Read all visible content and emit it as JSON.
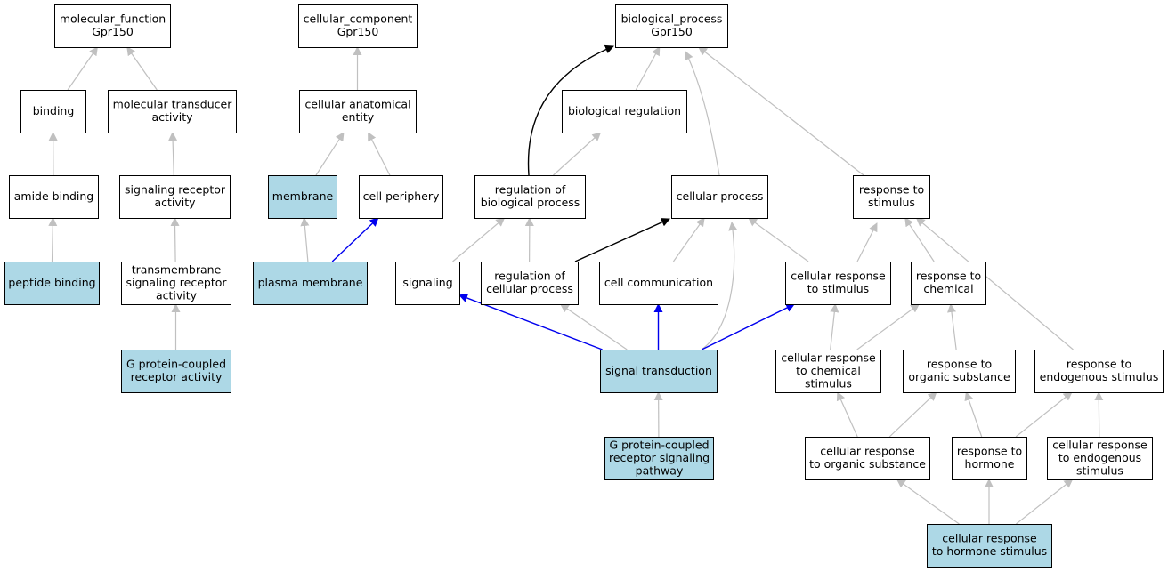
{
  "colors": {
    "highlight": "#add8e6",
    "plain": "#ffffff",
    "edge_gray": "#c0c0c0",
    "edge_black": "#000000",
    "edge_blue": "#0000ee"
  },
  "nodes": {
    "mf_root": {
      "lines": [
        "molecular_function",
        "Gpr150"
      ],
      "highlight": false
    },
    "cc_root": {
      "lines": [
        "cellular_component",
        "Gpr150"
      ],
      "highlight": false
    },
    "bp_root": {
      "lines": [
        "biological_process",
        "Gpr150"
      ],
      "highlight": false
    },
    "binding": {
      "lines": [
        "binding"
      ],
      "highlight": false
    },
    "mol_transducer": {
      "lines": [
        "molecular transducer",
        "activity"
      ],
      "highlight": false
    },
    "cell_anat": {
      "lines": [
        "cellular anatomical",
        "entity"
      ],
      "highlight": false
    },
    "bio_reg": {
      "lines": [
        "biological regulation"
      ],
      "highlight": false
    },
    "amide_binding": {
      "lines": [
        "amide binding"
      ],
      "highlight": false
    },
    "sig_receptor": {
      "lines": [
        "signaling receptor",
        "activity"
      ],
      "highlight": false
    },
    "membrane": {
      "lines": [
        "membrane"
      ],
      "highlight": true
    },
    "cell_periphery": {
      "lines": [
        "cell periphery"
      ],
      "highlight": false
    },
    "reg_bio_proc": {
      "lines": [
        "regulation of",
        "biological process"
      ],
      "highlight": false
    },
    "cell_process": {
      "lines": [
        "cellular process"
      ],
      "highlight": false
    },
    "resp_stim": {
      "lines": [
        "response to",
        "stimulus"
      ],
      "highlight": false
    },
    "peptide_binding": {
      "lines": [
        "peptide binding"
      ],
      "highlight": true
    },
    "tm_sig_receptor": {
      "lines": [
        "transmembrane",
        "signaling receptor",
        "activity"
      ],
      "highlight": false
    },
    "plasma_membrane": {
      "lines": [
        "plasma membrane"
      ],
      "highlight": true
    },
    "signaling": {
      "lines": [
        "signaling"
      ],
      "highlight": false
    },
    "reg_cell_proc": {
      "lines": [
        "regulation of",
        "cellular process"
      ],
      "highlight": false
    },
    "cell_comm": {
      "lines": [
        "cell communication"
      ],
      "highlight": false
    },
    "cell_resp_stim": {
      "lines": [
        "cellular response",
        "to stimulus"
      ],
      "highlight": false
    },
    "resp_chem": {
      "lines": [
        "response to",
        "chemical"
      ],
      "highlight": false
    },
    "gpcr_activity": {
      "lines": [
        "G protein-coupled",
        "receptor activity"
      ],
      "highlight": true
    },
    "signal_trans": {
      "lines": [
        "signal transduction"
      ],
      "highlight": true
    },
    "cell_resp_chem": {
      "lines": [
        "cellular response",
        "to chemical",
        "stimulus"
      ],
      "highlight": false
    },
    "resp_org_sub": {
      "lines": [
        "response to",
        "organic substance"
      ],
      "highlight": false
    },
    "resp_endo": {
      "lines": [
        "response to",
        "endogenous stimulus"
      ],
      "highlight": false
    },
    "gpcr_pathway": {
      "lines": [
        "G protein-coupled",
        "receptor signaling",
        "pathway"
      ],
      "highlight": true
    },
    "cell_resp_org": {
      "lines": [
        "cellular response",
        "to organic substance"
      ],
      "highlight": false
    },
    "resp_hormone": {
      "lines": [
        "response to",
        "hormone"
      ],
      "highlight": false
    },
    "cell_resp_endo": {
      "lines": [
        "cellular response",
        "to endogenous",
        "stimulus"
      ],
      "highlight": false
    },
    "cell_resp_hormone": {
      "lines": [
        "cellular response",
        "to hormone stimulus"
      ],
      "highlight": true
    }
  },
  "edges": [
    {
      "from": "binding",
      "to": "mf_root",
      "color": "gray"
    },
    {
      "from": "mol_transducer",
      "to": "mf_root",
      "color": "gray"
    },
    {
      "from": "amide_binding",
      "to": "binding",
      "color": "gray"
    },
    {
      "from": "sig_receptor",
      "to": "mol_transducer",
      "color": "gray"
    },
    {
      "from": "peptide_binding",
      "to": "amide_binding",
      "color": "gray"
    },
    {
      "from": "tm_sig_receptor",
      "to": "sig_receptor",
      "color": "gray"
    },
    {
      "from": "gpcr_activity",
      "to": "tm_sig_receptor",
      "color": "gray"
    },
    {
      "from": "cell_anat",
      "to": "cc_root",
      "color": "gray"
    },
    {
      "from": "membrane",
      "to": "cell_anat",
      "color": "gray"
    },
    {
      "from": "cell_periphery",
      "to": "cell_anat",
      "color": "gray"
    },
    {
      "from": "plasma_membrane",
      "to": "membrane",
      "color": "gray"
    },
    {
      "from": "plasma_membrane",
      "to": "cell_periphery",
      "color": "blue"
    },
    {
      "from": "reg_bio_proc",
      "to": "bp_root",
      "color": "black"
    },
    {
      "from": "bio_reg",
      "to": "bp_root",
      "color": "gray"
    },
    {
      "from": "cell_process",
      "to": "bp_root",
      "color": "gray"
    },
    {
      "from": "resp_stim",
      "to": "bp_root",
      "color": "gray"
    },
    {
      "from": "reg_bio_proc",
      "to": "bio_reg",
      "color": "gray"
    },
    {
      "from": "signaling",
      "to": "reg_bio_proc",
      "color": "gray"
    },
    {
      "from": "reg_cell_proc",
      "to": "reg_bio_proc",
      "color": "gray"
    },
    {
      "from": "reg_cell_proc",
      "to": "cell_process",
      "color": "black"
    },
    {
      "from": "cell_comm",
      "to": "cell_process",
      "color": "gray"
    },
    {
      "from": "signal_trans",
      "to": "cell_process",
      "color": "gray"
    },
    {
      "from": "cell_resp_stim",
      "to": "cell_process",
      "color": "gray"
    },
    {
      "from": "cell_resp_stim",
      "to": "resp_stim",
      "color": "gray"
    },
    {
      "from": "resp_chem",
      "to": "resp_stim",
      "color": "gray"
    },
    {
      "from": "resp_endo",
      "to": "resp_stim",
      "color": "gray"
    },
    {
      "from": "signal_trans",
      "to": "signaling",
      "color": "blue"
    },
    {
      "from": "signal_trans",
      "to": "reg_cell_proc",
      "color": "gray"
    },
    {
      "from": "signal_trans",
      "to": "cell_comm",
      "color": "blue"
    },
    {
      "from": "signal_trans",
      "to": "cell_resp_stim",
      "color": "blue"
    },
    {
      "from": "gpcr_pathway",
      "to": "signal_trans",
      "color": "gray"
    },
    {
      "from": "cell_resp_chem",
      "to": "cell_resp_stim",
      "color": "gray"
    },
    {
      "from": "cell_resp_chem",
      "to": "resp_chem",
      "color": "gray"
    },
    {
      "from": "resp_org_sub",
      "to": "resp_chem",
      "color": "gray"
    },
    {
      "from": "cell_resp_org",
      "to": "cell_resp_chem",
      "color": "gray"
    },
    {
      "from": "cell_resp_org",
      "to": "resp_org_sub",
      "color": "gray"
    },
    {
      "from": "resp_hormone",
      "to": "resp_org_sub",
      "color": "gray"
    },
    {
      "from": "resp_hormone",
      "to": "resp_endo",
      "color": "gray"
    },
    {
      "from": "cell_resp_endo",
      "to": "resp_endo",
      "color": "gray"
    },
    {
      "from": "cell_resp_hormone",
      "to": "cell_resp_org",
      "color": "gray"
    },
    {
      "from": "cell_resp_hormone",
      "to": "resp_hormone",
      "color": "gray"
    },
    {
      "from": "cell_resp_hormone",
      "to": "cell_resp_endo",
      "color": "gray"
    }
  ]
}
